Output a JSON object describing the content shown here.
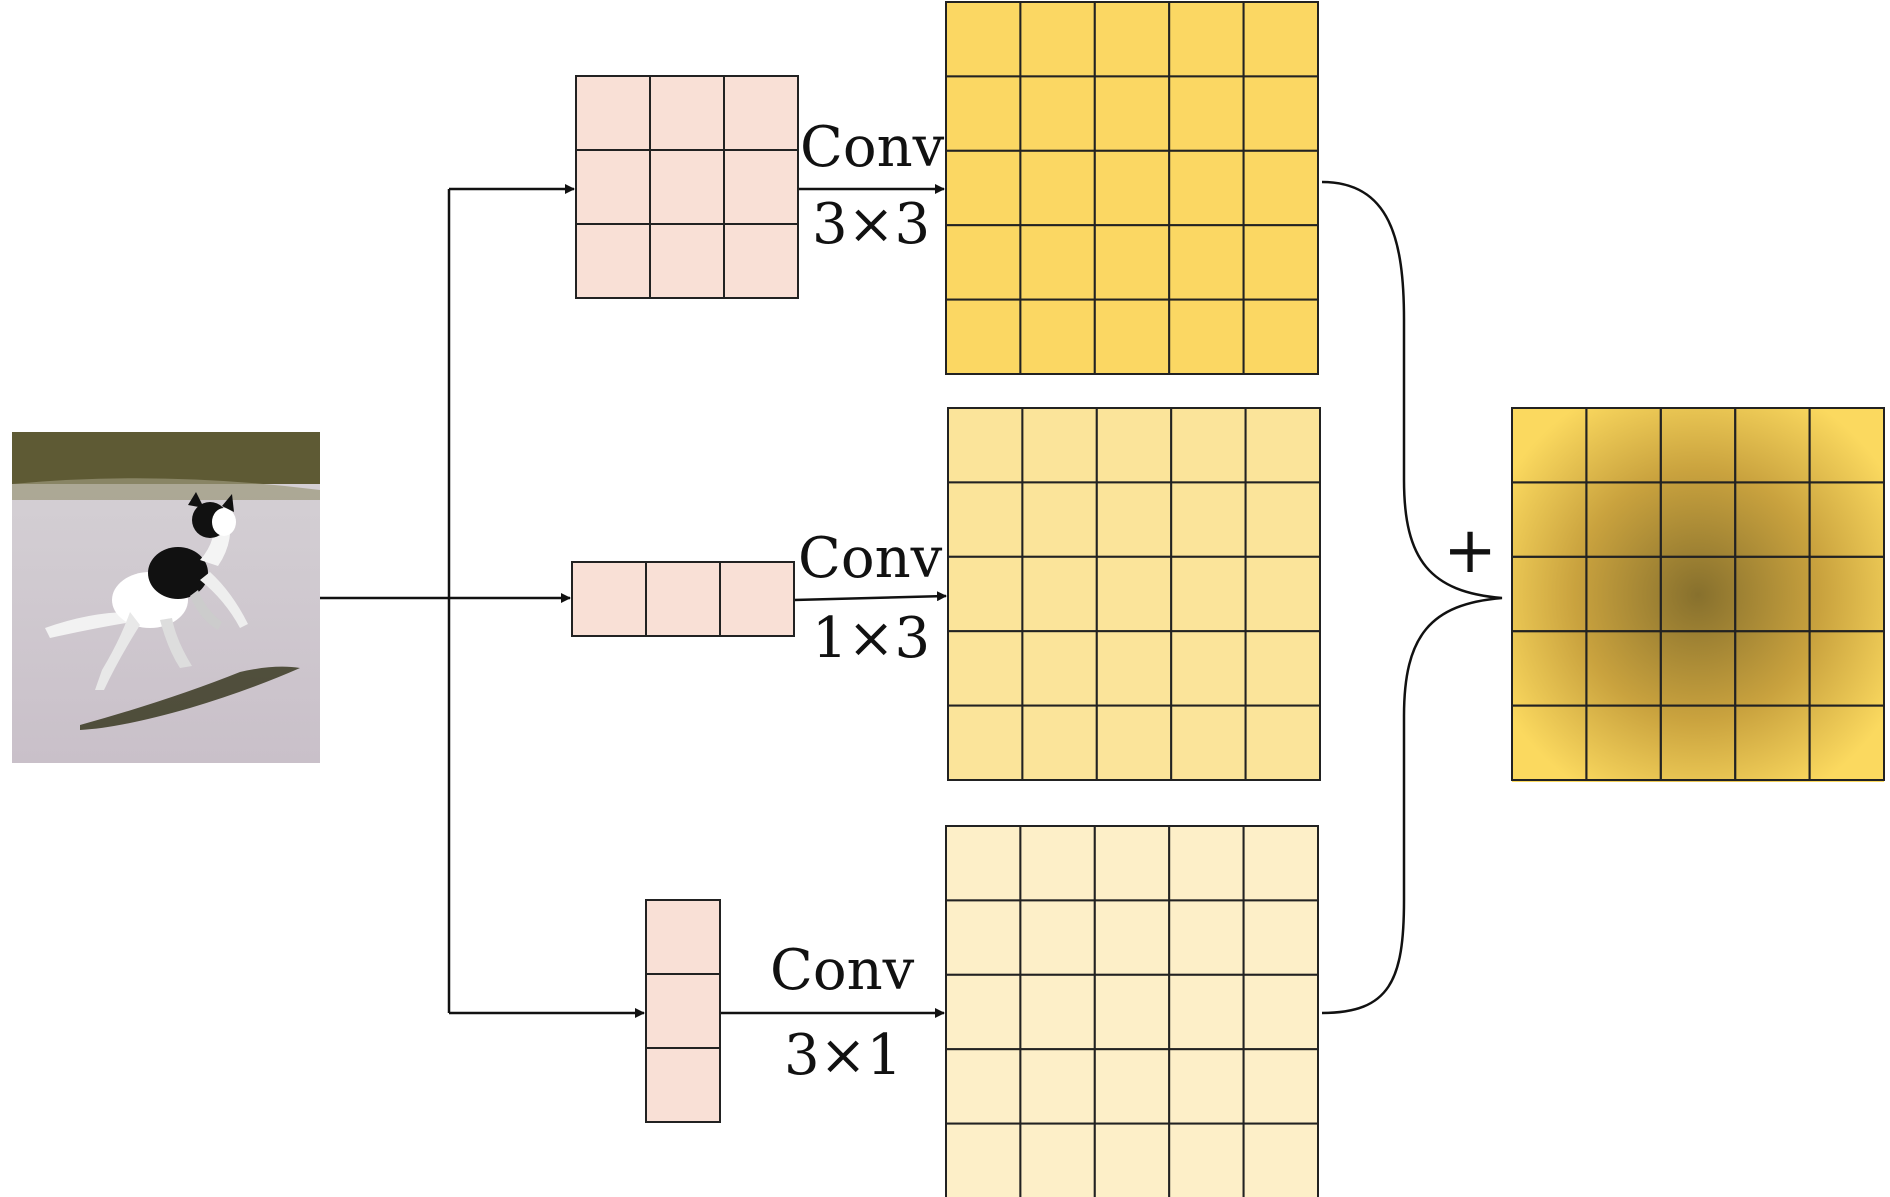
{
  "branches": [
    {
      "op": "Conv",
      "kernel": "3×3",
      "kernel_rows": 3,
      "kernel_cols": 3
    },
    {
      "op": "Conv",
      "kernel": "1×3",
      "kernel_rows": 1,
      "kernel_cols": 3
    },
    {
      "op": "Conv",
      "kernel": "3×1",
      "kernel_rows": 3,
      "kernel_cols": 1
    }
  ],
  "feature_map": {
    "rows": 5,
    "cols": 5
  },
  "combine_symbol": "+",
  "colors": {
    "kernel_fill": "#f9e0d6",
    "output_3x3": "#fbd763",
    "output_1x3": "#fbe49a",
    "output_3x1": "#fdefc8",
    "sum_light": "#fbd95f",
    "sum_dark": "#87702d",
    "grid_line": "#222222",
    "photo_ground": "#cfc8d2",
    "photo_grass": "#5e5a34"
  }
}
